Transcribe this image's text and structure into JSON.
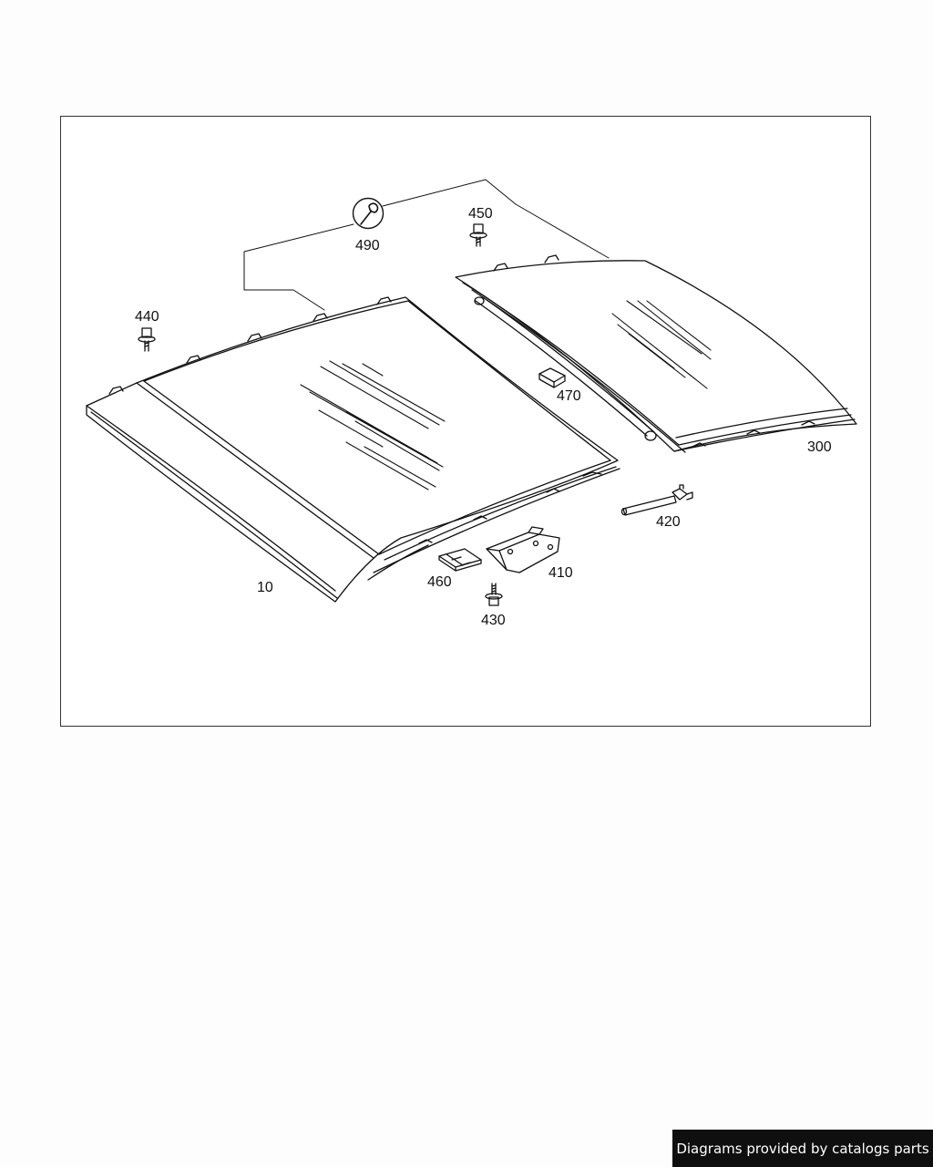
{
  "callouts": {
    "c490": "490",
    "c450": "450",
    "c440": "440",
    "c470": "470",
    "c300": "300",
    "c420": "420",
    "c410": "410",
    "c460": "460",
    "c430": "430",
    "c10": "10"
  },
  "icons": {
    "service_symbol": "wrench-icon"
  },
  "footer": {
    "credit": "Diagrams provided by catalogs parts"
  }
}
